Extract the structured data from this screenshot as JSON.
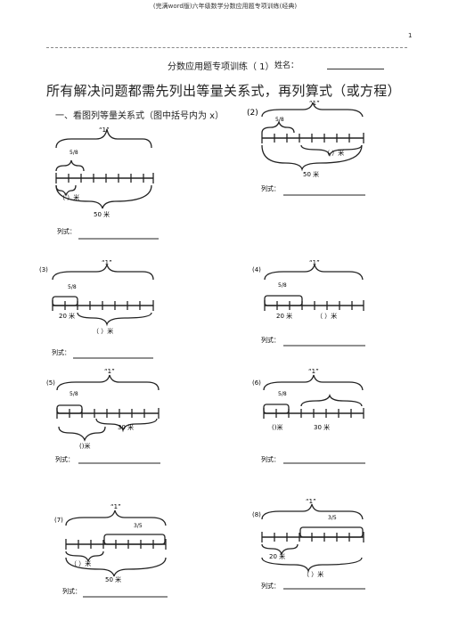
{
  "header": "(完满word版)六年级数学分数应用题专项训练(经典)",
  "page_number": "1",
  "title": "分数应用题专项训练（ 1）",
  "name_label": "姓名：",
  "instruction": "所有解决问题都需先列出等量关系式，再列算式（或方程）",
  "section_one": "一、看图列等量关系式（图中括号内为 x）",
  "whole_label": "“1”",
  "formula_label": "列式：",
  "fraction_label": "5/8",
  "diagrams": [
    {
      "tag": "",
      "fraction": "5/8",
      "labels": [
        "（ ）米",
        "50 米"
      ]
    },
    {
      "tag": "(2)",
      "fraction": "5/8",
      "labels": [
        "（ ）米",
        "50 米"
      ]
    },
    {
      "tag": "(3)",
      "fraction": "5/8",
      "labels": [
        "20 米",
        "（ ）米"
      ]
    },
    {
      "tag": "(4)",
      "fraction": "5/8",
      "labels": [
        "20 米",
        "（ ）米"
      ]
    },
    {
      "tag": "(5)",
      "fraction": "5/8",
      "labels": [
        "30 米",
        "()米"
      ]
    },
    {
      "tag": "(6)",
      "fraction": "5/8",
      "labels": [
        "()米",
        "30 米"
      ]
    },
    {
      "tag": "(7)",
      "fraction": "3/5",
      "labels": [
        "（ ）米",
        "50 米"
      ]
    },
    {
      "tag": "(8)",
      "fraction": "3/5",
      "labels": [
        "20 米",
        "（ ）米"
      ]
    }
  ]
}
